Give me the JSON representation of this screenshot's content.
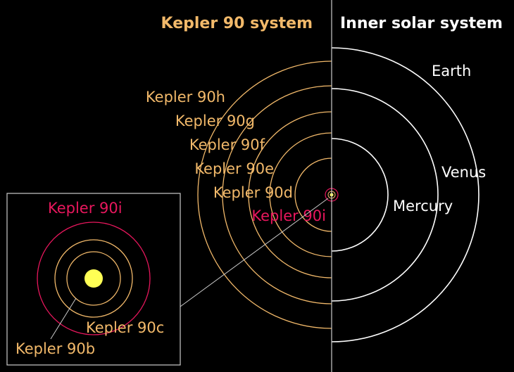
{
  "titles": {
    "left": "Kepler 90 system",
    "right": "Inner solar system"
  },
  "kepler_planets": {
    "h": "Kepler 90h",
    "g": "Kepler 90g",
    "f": "Kepler 90f",
    "e": "Kepler 90e",
    "d": "Kepler 90d",
    "i": "Kepler 90i"
  },
  "solar_planets": {
    "earth": "Earth",
    "venus": "Venus",
    "mercury": "Mercury"
  },
  "inset": {
    "i": "Kepler 90i",
    "c": "Kepler 90c",
    "b": "Kepler 90b"
  },
  "colors": {
    "kepler_orbit": "#f2b96a",
    "kepler_label": "#f2b96a",
    "highlight": "#e8175d",
    "solar": "#ffffff",
    "star": "#ffff55",
    "divider": "#cccccc"
  }
}
